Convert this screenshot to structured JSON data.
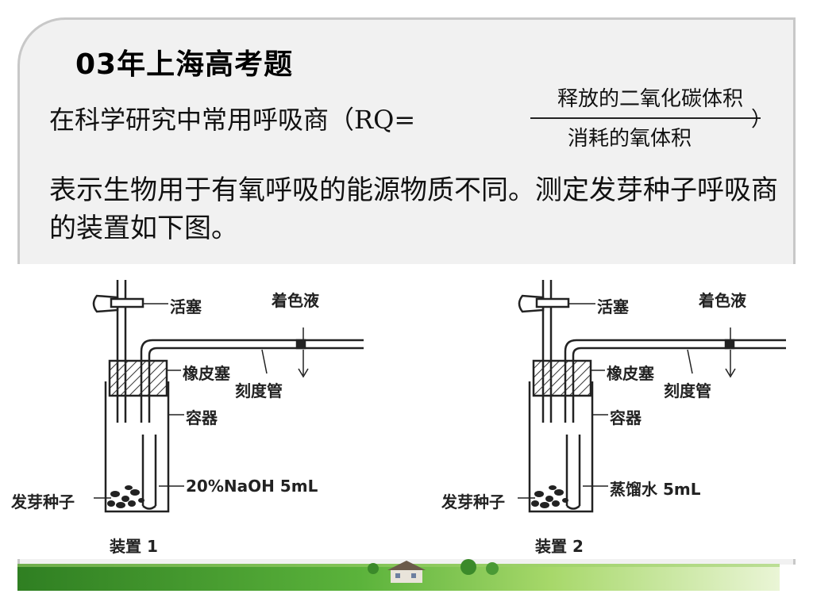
{
  "slide": {
    "title": "03年上海高考题",
    "intro": "在科学研究中常用呼吸商（RQ=",
    "formula": {
      "numerator": "释放的二氧化碳体积",
      "denominator": "消耗的氧体积",
      "close": "）"
    },
    "paragraph": "表示生物用于有氧呼吸的能源物质不同。测定发芽种子呼吸商的装置如下图。"
  },
  "figure": {
    "apparatus": [
      {
        "caption": "装置 1",
        "labels": {
          "stopcock": "活塞",
          "colored_liquid": "着色液",
          "rubber_stopper": "橡皮塞",
          "graduated_tube": "刻度管",
          "container": "容器",
          "solution": "20%NaOH 5mL",
          "seeds": "发芽种子"
        }
      },
      {
        "caption": "装置 2",
        "labels": {
          "stopcock": "活塞",
          "colored_liquid": "着色液",
          "rubber_stopper": "橡皮塞",
          "graduated_tube": "刻度管",
          "container": "容器",
          "solution": "蒸馏水 5mL",
          "seeds": "发芽种子"
        }
      }
    ]
  },
  "colors": {
    "frame_bg": "#f1f1f1",
    "frame_border": "#c8c8c8",
    "grass_green": "#3f9a2c"
  }
}
